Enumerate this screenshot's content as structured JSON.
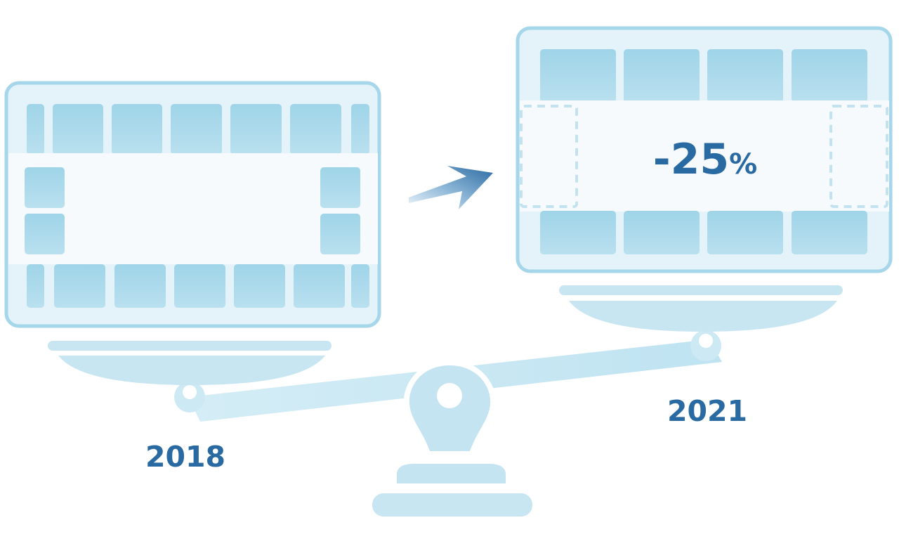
{
  "labels": {
    "year_before": "2018",
    "year_after": "2021",
    "reduction_value": "-25",
    "reduction_unit": "%"
  },
  "comparison": {
    "before_year": 2018,
    "after_year": 2021,
    "change_percent": -25
  },
  "colors": {
    "accent_text": "#2a6aa2",
    "panel_fill": "#e3f2f9",
    "panel_border": "#a6d6ea",
    "cell_fill": "#a9d9ea",
    "band_fill": "#f6fafc",
    "scale_fill": "#c6e6f2",
    "arrow_start": "#e6f1f8",
    "arrow_end": "#2a6aa2"
  }
}
